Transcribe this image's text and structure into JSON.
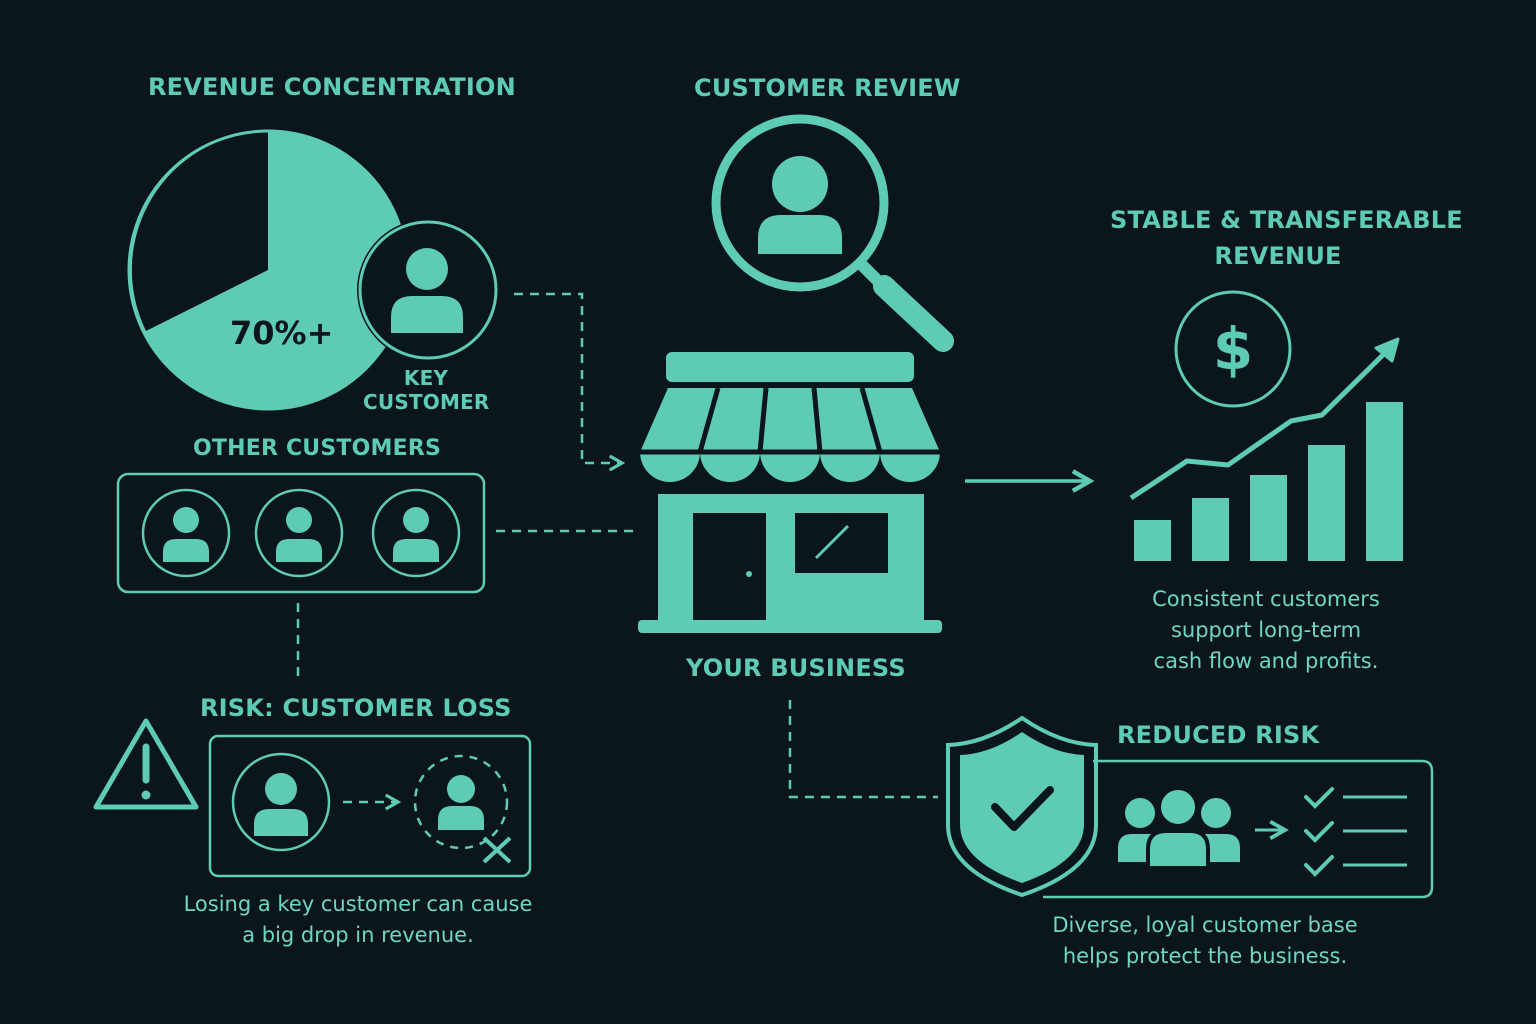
{
  "colors": {
    "background": "#0b161c",
    "accent": "#5ecbb4",
    "text": "#6fd6c1"
  },
  "revenue_concentration": {
    "title": "REVENUE CONCENTRATION",
    "pie_label": "70%+",
    "key_customer_line1": "KEY",
    "key_customer_line2": "CUSTOMER"
  },
  "other_customers": {
    "title": "OTHER CUSTOMERS"
  },
  "customer_review": {
    "title": "CUSTOMER REVIEW"
  },
  "business": {
    "title": "YOUR BUSINESS"
  },
  "stable_revenue": {
    "title_line1": "STABLE & TRANSFERABLE",
    "title_line2": "REVENUE",
    "caption_line1": "Consistent customers",
    "caption_line2": "support long-term",
    "caption_line3": "cash flow and profits."
  },
  "risk": {
    "title": "RISK: CUSTOMER LOSS",
    "caption_line1": "Losing a key customer can cause",
    "caption_line2": "a big drop in revenue."
  },
  "reduced_risk": {
    "title": "REDUCED RISK",
    "caption_line1": "Diverse, loyal customer base",
    "caption_line2": "helps protect the business."
  },
  "icons": [
    "pie-chart-icon",
    "key-customer-icon",
    "magnifier-user-icon",
    "storefront-icon",
    "dollar-icon",
    "growth-chart-icon",
    "warning-icon",
    "lost-customer-icon",
    "shield-check-icon",
    "group-icon",
    "checklist-icon"
  ]
}
